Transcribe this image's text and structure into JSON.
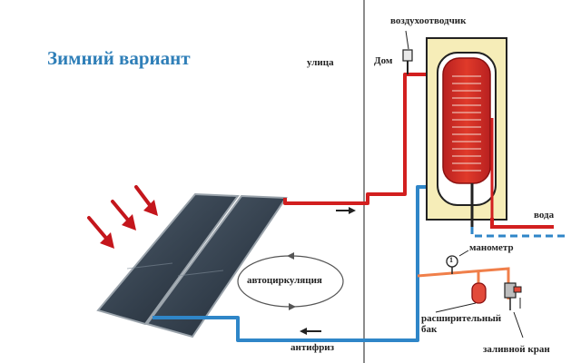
{
  "title": "Зимний вариант",
  "labels": {
    "street": "улица",
    "house": "Дом",
    "air_vent": "воздухоотводчик",
    "water": "вода",
    "manometer": "манометр",
    "manometer_symbol": "1",
    "expansion_tank_line1": "расширительный",
    "expansion_tank_line2": "бак",
    "fill_valve": "заливной кран",
    "circulation": "автоциркуляция",
    "antifreeze": "антифриз"
  },
  "colors": {
    "title": "#2f7fb8",
    "hot_pipe": "#d21f1f",
    "cold_pipe": "#2f86c8",
    "tank_fill": "#f6edb8",
    "panel": "#3a4756",
    "wall_line": "#666666",
    "sun_arrows": "#c4161c"
  },
  "icons": [
    "sun-ray-arrow",
    "air-vent-icon",
    "manometer-icon",
    "expansion-tank-icon",
    "fill-valve-icon"
  ]
}
